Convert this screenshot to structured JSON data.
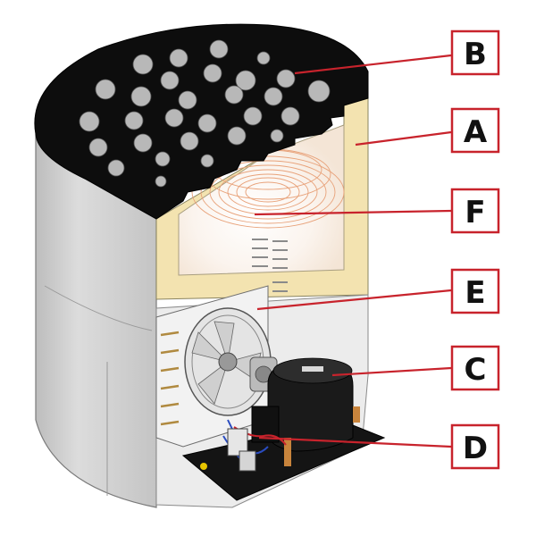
{
  "diagram": {
    "labels": [
      {
        "id": "B",
        "text": "B"
      },
      {
        "id": "A",
        "text": "A"
      },
      {
        "id": "F",
        "text": "F"
      },
      {
        "id": "E",
        "text": "E"
      },
      {
        "id": "C",
        "text": "C"
      },
      {
        "id": "D",
        "text": "D"
      }
    ],
    "colors": {
      "accent": "#c8232c",
      "casing": "#d3d3d3",
      "top_cap": "#0d0d0d",
      "insulation": "#f3e3b0",
      "coil": "#e8a27a",
      "compressor": "#1a1a1a"
    }
  }
}
